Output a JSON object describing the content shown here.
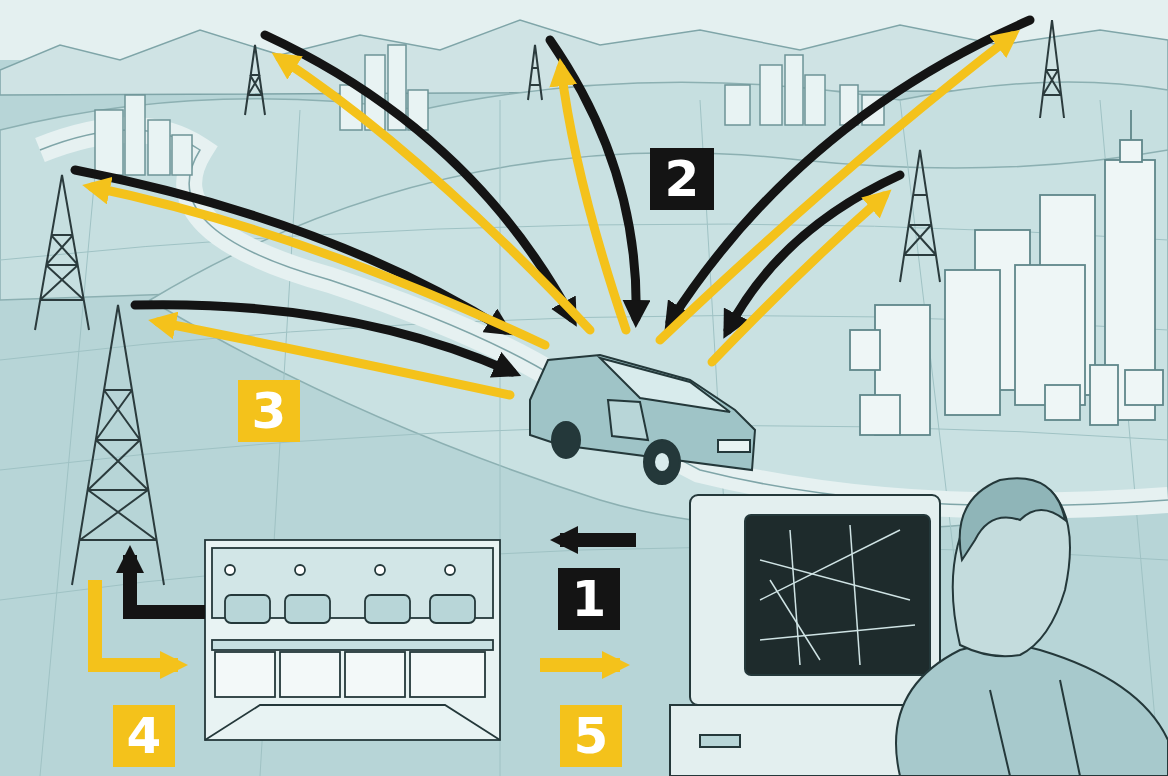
{
  "diagram": {
    "labels": [
      "2",
      "3",
      "1",
      "4",
      "5"
    ]
  }
}
